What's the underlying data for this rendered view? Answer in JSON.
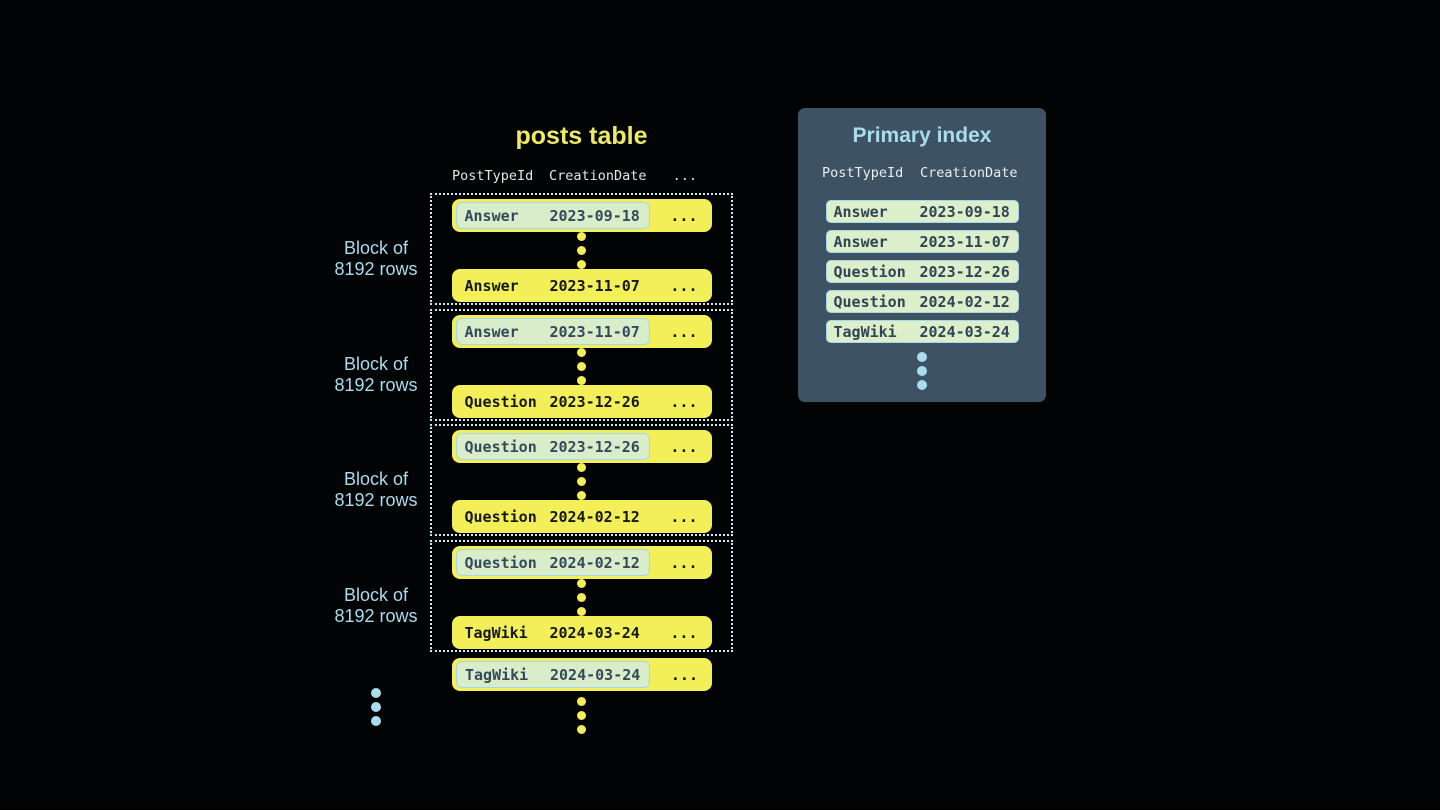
{
  "colors": {
    "bg": "#020304",
    "yellow": "#f3ef59",
    "yellow_text": "#efe964",
    "hl_green": "#d9edcb",
    "hl_border": "#a6d7e9",
    "hl_text": "#35495c",
    "row_text": "#15181b",
    "panel_bg": "#3d5262",
    "light_blue": "#a9dcee",
    "header_text": "#e5e6e2",
    "index_row_bg": "#dcefca",
    "index_row_text": "#2f4456",
    "dotted_border": "#cdeaf5"
  },
  "posts_table": {
    "title": "posts table",
    "header": {
      "col1": "PostTypeId",
      "col2": "CreationDate",
      "more": "..."
    },
    "blocks": [
      {
        "label_line1": "Block of",
        "label_line2": "8192 rows",
        "first_row": {
          "post_type": "Answer",
          "creation_date": "2023-09-18",
          "more": "..."
        },
        "last_row": {
          "post_type": "Answer",
          "creation_date": "2023-11-07",
          "more": "..."
        }
      },
      {
        "label_line1": "Block of",
        "label_line2": "8192 rows",
        "first_row": {
          "post_type": "Answer",
          "creation_date": "2023-11-07",
          "more": "..."
        },
        "last_row": {
          "post_type": "Question",
          "creation_date": "2023-12-26",
          "more": "..."
        }
      },
      {
        "label_line1": "Block of",
        "label_line2": "8192 rows",
        "first_row": {
          "post_type": "Question",
          "creation_date": "2023-12-26",
          "more": "..."
        },
        "last_row": {
          "post_type": "Question",
          "creation_date": "2024-02-12",
          "more": "..."
        }
      },
      {
        "label_line1": "Block of",
        "label_line2": "8192 rows",
        "first_row": {
          "post_type": "Question",
          "creation_date": "2024-02-12",
          "more": "..."
        },
        "last_row": {
          "post_type": "TagWiki",
          "creation_date": "2024-03-24",
          "more": "..."
        }
      }
    ],
    "next_block_first_row": {
      "post_type": "TagWiki",
      "creation_date": "2024-03-24",
      "more": "..."
    }
  },
  "primary_index": {
    "title": "Primary index",
    "header": {
      "col1": "PostTypeId",
      "col2": "CreationDate"
    },
    "rows": [
      {
        "post_type": "Answer",
        "creation_date": "2023-09-18"
      },
      {
        "post_type": "Answer",
        "creation_date": "2023-11-07"
      },
      {
        "post_type": "Question",
        "creation_date": "2023-12-26"
      },
      {
        "post_type": "Question",
        "creation_date": "2024-02-12"
      },
      {
        "post_type": "TagWiki",
        "creation_date": "2024-03-24"
      }
    ]
  }
}
